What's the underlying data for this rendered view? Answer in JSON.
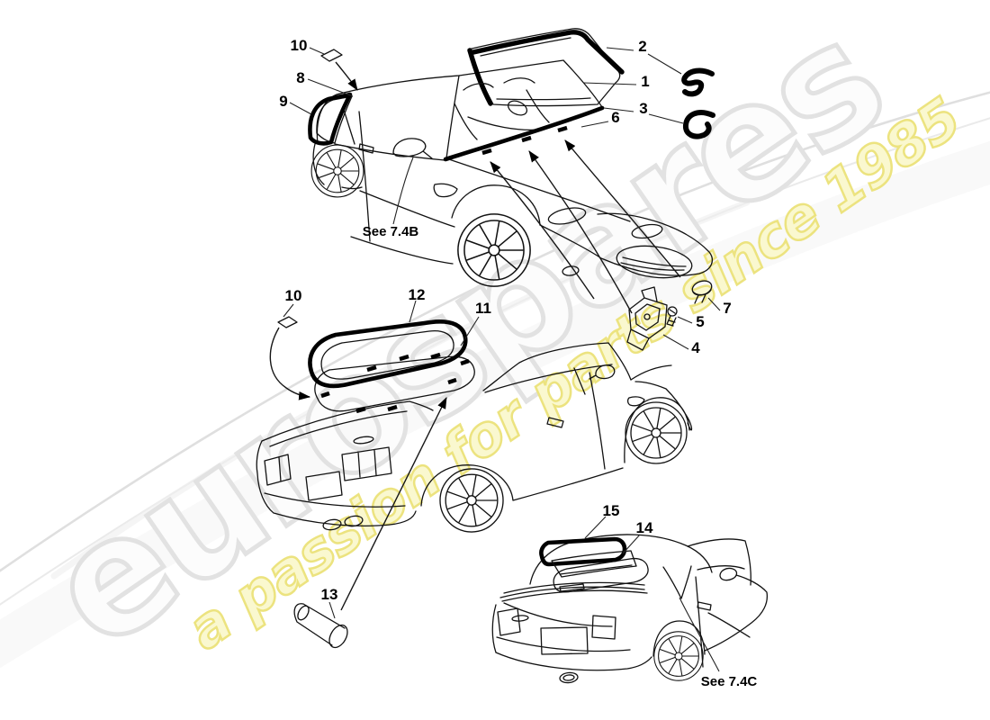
{
  "watermark": {
    "brand": "eurospares",
    "tagline": "a passion for parts since 1985",
    "brand_outline_color": "#e2e2e2",
    "brand_fill_color": "#fcfcfc",
    "tagline_outline_color": "#ece37f",
    "tagline_fill_color": "#faf8cf"
  },
  "diagram": {
    "background_color": "#ffffff",
    "line_color": "#000000",
    "callouts": {
      "c1": "1",
      "c2": "2",
      "c3": "3",
      "c4": "4",
      "c5": "5",
      "c6": "6",
      "c7": "7",
      "c8": "8",
      "c9": "9",
      "c10a": "10",
      "c10b": "10",
      "c11": "11",
      "c12": "12",
      "c13": "13",
      "c14": "14",
      "c15": "15"
    },
    "references": {
      "see_b": "See 7.4B",
      "see_c": "See 7.4C"
    }
  }
}
